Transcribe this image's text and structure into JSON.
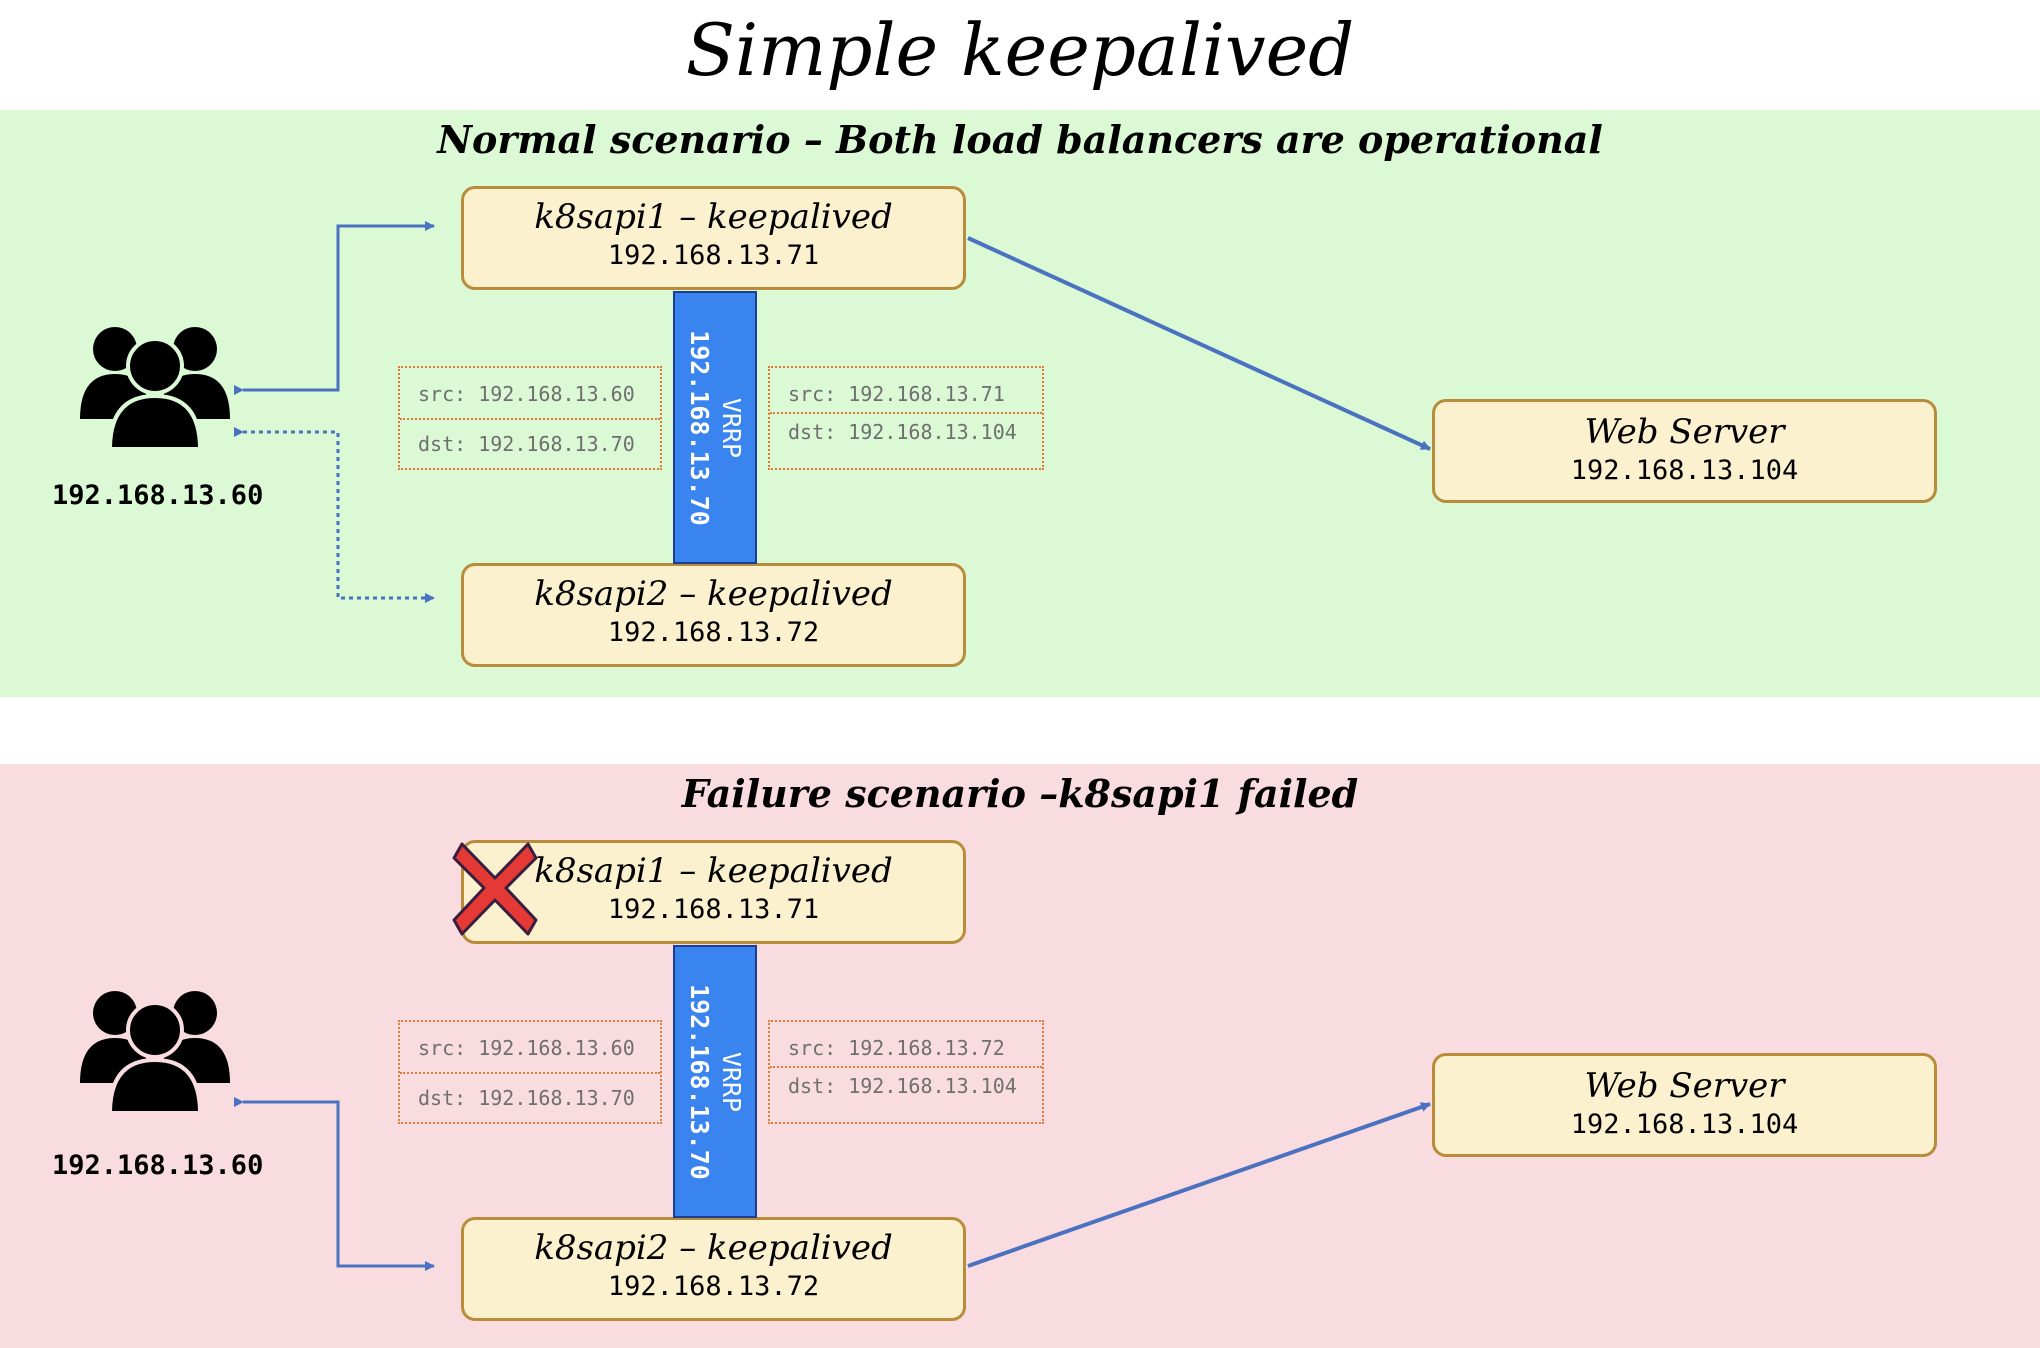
{
  "title": "Simple keepalived",
  "normal": {
    "heading": "Normal scenario – Both load balancers are operational",
    "client_ip": "192.168.13.60",
    "lb1": {
      "name": "k8sapi1 – keepalived",
      "ip": "192.168.13.71"
    },
    "lb2": {
      "name": "k8sapi2 – keepalived",
      "ip": "192.168.13.72"
    },
    "vrrp": {
      "label": "VRRP",
      "ip": "192.168.13.70"
    },
    "client_packet": {
      "src": "src: 192.168.13.60",
      "dst": "dst: 192.168.13.70"
    },
    "server_packet": {
      "src": "src: 192.168.13.71",
      "dst": "dst: 192.168.13.104"
    },
    "web_server": {
      "name": "Web Server",
      "ip": "192.168.13.104"
    }
  },
  "failure": {
    "heading": "Failure scenario –k8sapi1 failed",
    "client_ip": "192.168.13.60",
    "lb1": {
      "name": "k8sapi1 – keepalived",
      "ip": "192.168.13.71"
    },
    "lb2": {
      "name": "k8sapi2 – keepalived",
      "ip": "192.168.13.72"
    },
    "vrrp": {
      "label": "VRRP",
      "ip": "192.168.13.70"
    },
    "client_packet": {
      "src": "src: 192.168.13.60",
      "dst": "dst: 192.168.13.70"
    },
    "server_packet": {
      "src": "src: 192.168.13.72",
      "dst": "dst: 192.168.13.104"
    },
    "web_server": {
      "name": "Web Server",
      "ip": "192.168.13.104"
    }
  },
  "colors": {
    "normal_bg": "#dbf9d4",
    "failure_bg": "#f9dcdf",
    "node_fill": "#fcf1cf",
    "node_border": "#b88c3a",
    "vrrp_fill": "#3a84ef",
    "arrow": "#4a72c0",
    "packet_border": "#e07b39",
    "fail_mark": "#e53935"
  },
  "icons": {
    "users": "users-group-icon",
    "failed": "red-x-icon"
  }
}
